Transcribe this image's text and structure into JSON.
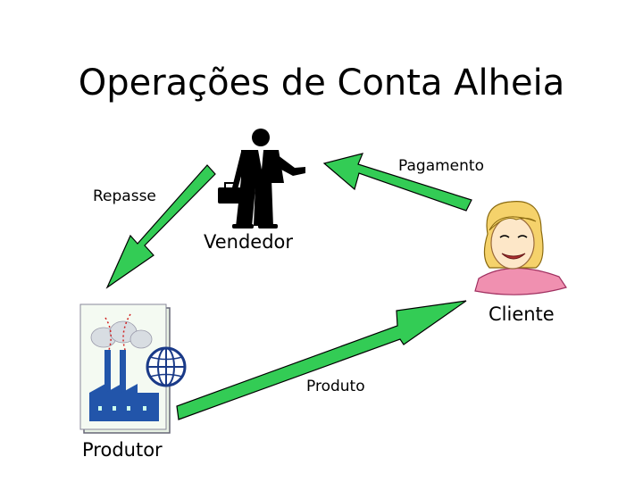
{
  "title": "Operações de Conta Alheia",
  "labels": {
    "pagamento": "Pagamento",
    "repasse": "Repasse",
    "vendedor": "Vendedor",
    "cliente": "Cliente",
    "produto": "Produto",
    "produtor": "Produtor"
  },
  "colors": {
    "arrow_fill": "#33cc55",
    "arrow_stroke": "#000000",
    "text": "#000000",
    "factory_blue": "#2255aa",
    "client_hair": "#f5d26b",
    "client_shirt": "#f090b0"
  },
  "icons": {
    "vendedor": "businessman-icon",
    "cliente": "woman-face-icon",
    "produtor": "factory-globe-icon"
  }
}
